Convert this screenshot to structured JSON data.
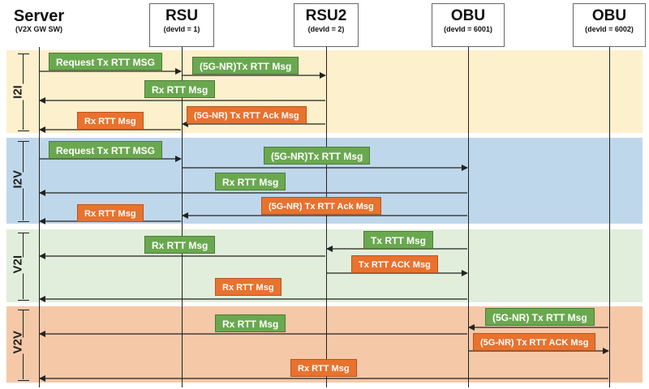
{
  "entities": [
    {
      "name": "Server",
      "sub": "(V2X GW SW)"
    },
    {
      "name": "RSU",
      "sub": "(devId = 1)"
    },
    {
      "name": "RSU2",
      "sub": "(devId = 2)"
    },
    {
      "name": "OBU",
      "sub": "(devId = 6001)"
    },
    {
      "name": "OBU",
      "sub": "(devId = 6002)"
    }
  ],
  "phases": [
    "I2I",
    "I2V",
    "V2I",
    "V2V"
  ],
  "messages": {
    "m1": "Request Tx RTT MSG",
    "m2": "(5G-NR)Tx RTT Msg",
    "m3": "Rx RTT Msg",
    "m4": "(5G-NR) Tx RTT Ack Msg",
    "m5": "Rx RTT Msg",
    "m6": "Request Tx RTT MSG",
    "m7": "(5G-NR)Tx RTT Msg",
    "m8": "Rx RTT Msg",
    "m9": "(5G-NR) Tx RTT Ack Msg",
    "m10": "Rx RTT Msg",
    "m11": "Rx RTT Msg",
    "m12": "Tx RTT Msg",
    "m13": "Tx RTT ACK Msg",
    "m14": "Rx RTT Msg",
    "m15": "(5G-NR) Tx RTT Msg",
    "m16": "Rx RTT Msg",
    "m17": "(5G-NR) Tx RTT ACK Msg",
    "m18": "Rx RTT Msg"
  },
  "colors": {
    "green": "#6aa84f",
    "orange": "#e8722e"
  }
}
